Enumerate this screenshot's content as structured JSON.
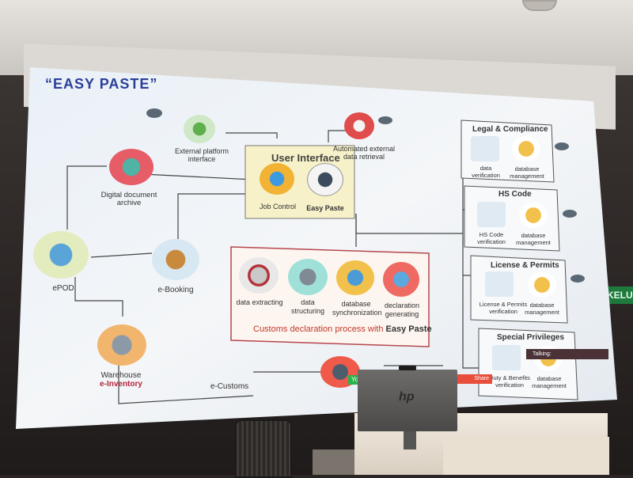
{
  "slide": {
    "title": "“EASY PASTE”",
    "external_platform": "External platform interface",
    "digital_archive": "Digital document archive",
    "automated_retrieval": "Automated external data retrieval",
    "user_interface": "User Interface",
    "job_control": "Job Control",
    "easy_paste": "Easy Paste",
    "epod": "ePOD",
    "ebooking": "e-Booking",
    "warehouse_line1": "Warehouse",
    "warehouse_line2": "e-Inventory",
    "ecustoms": "e-Customs",
    "process": {
      "data_extracting": "data extracting",
      "data_structuring_1": "data",
      "data_structuring_2": "structuring",
      "database_sync_1": "database",
      "database_sync_2": "synchronization",
      "declaration_1": "declaration",
      "declaration_2": "generating",
      "caption_prefix": "Customs declaration process with ",
      "caption_bold": "Easy Paste"
    },
    "panels": {
      "legal": {
        "title": "Legal & Compliance",
        "left_1": "data",
        "left_2": "verification",
        "right_1": "database",
        "right_2": "management"
      },
      "hs": {
        "title": "HS Code",
        "left_1": "HS Code",
        "left_2": "verification",
        "right_1": "database",
        "right_2": "management"
      },
      "license": {
        "title": "License & Permits",
        "left_1": "License & Permits",
        "left_2": "verification",
        "right_1": "database",
        "right_2": "management"
      },
      "special": {
        "title": "Special Privileges",
        "left_1": "Duty & Benefits",
        "left_2": "verification",
        "right_1": "database",
        "right_2": "management"
      }
    },
    "tooltip": "Talking:",
    "meeting_label": "Yo",
    "share_label": "Share"
  },
  "room": {
    "exit_sign": "KELUA"
  }
}
